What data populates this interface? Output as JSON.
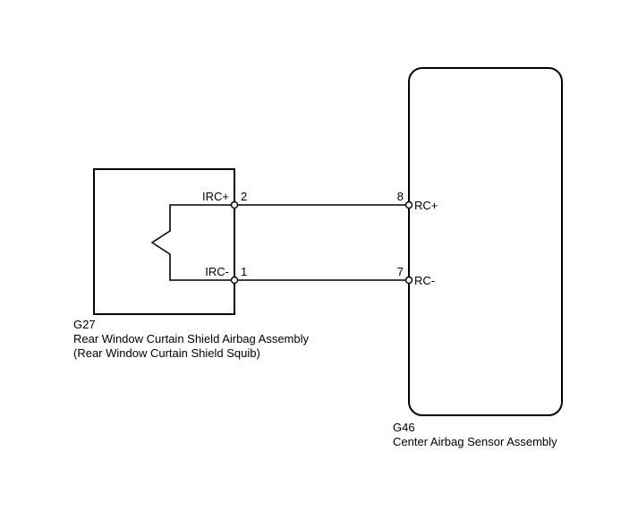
{
  "components": {
    "squib": {
      "code": "G27",
      "name": "Rear Window Curtain Shield Airbag Assembly",
      "subname": "(Rear Window Curtain Shield Squib)",
      "pins": {
        "top": {
          "label": "IRC+",
          "number": "2"
        },
        "bottom": {
          "label": "IRC-",
          "number": "1"
        }
      }
    },
    "sensor": {
      "code": "G46",
      "name": "Center Airbag Sensor Assembly",
      "pins": {
        "top": {
          "label": "RC+",
          "number": "8"
        },
        "bottom": {
          "label": "RC-",
          "number": "7"
        }
      }
    }
  },
  "colors": {
    "line": "#000000",
    "background": "#ffffff",
    "terminal_fill": "#ffffff"
  }
}
